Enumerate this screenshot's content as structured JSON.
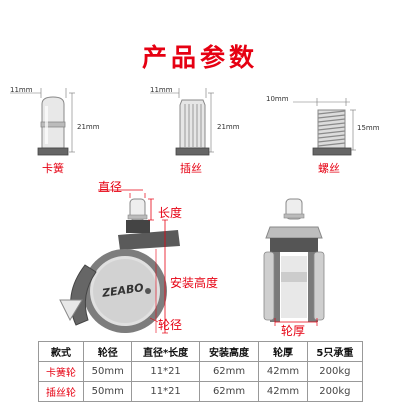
{
  "title": "产品参数",
  "parts": {
    "spring": {
      "label": "卡簧",
      "width": "11mm",
      "height": "21mm"
    },
    "plug": {
      "label": "插丝",
      "width": "11mm",
      "height": "21mm"
    },
    "screw": {
      "label": "螺丝",
      "width": "10mm",
      "height": "15mm"
    }
  },
  "diagram": {
    "diameter": "直径",
    "length": "长度",
    "install_height": "安装高度",
    "wheel_dia": "轮径",
    "thickness": "轮厚",
    "brand": "ZEABO"
  },
  "table": {
    "headers": [
      "款式",
      "轮径",
      "直径*长度",
      "安装高度",
      "轮厚",
      "5只承重"
    ],
    "rows": [
      [
        "卡簧轮",
        "50mm",
        "11*21",
        "62mm",
        "42mm",
        "200kg"
      ],
      [
        "插丝轮",
        "50mm",
        "11*21",
        "62mm",
        "42mm",
        "200kg"
      ]
    ]
  },
  "colors": {
    "accent": "#e60012",
    "gray_dark": "#555555",
    "gray_light": "#d9d9d9"
  }
}
